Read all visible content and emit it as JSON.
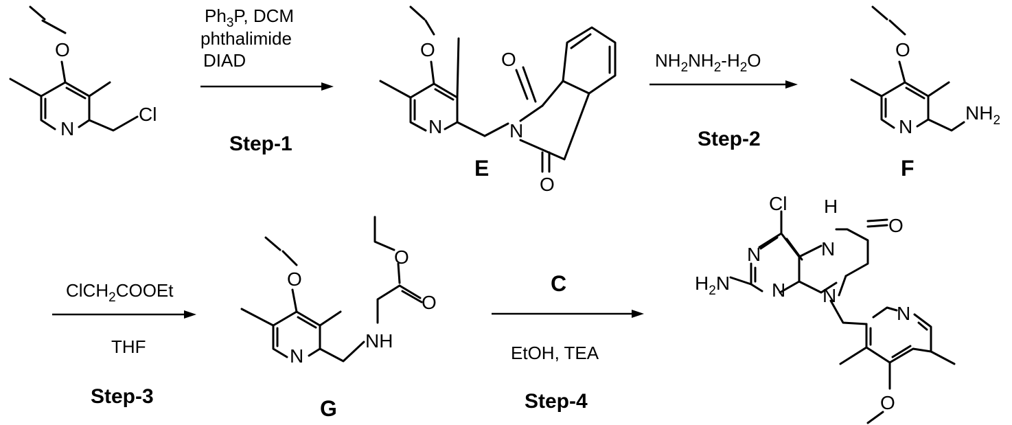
{
  "atoms": {
    "O": "O",
    "N": "N",
    "Cl": "Cl",
    "NH": "NH",
    "H": "H",
    "NH2_main": "NH",
    "NH2_sub": "2",
    "H2N_H": "H",
    "H2N_sub": "2",
    "H2N_N": "N"
  },
  "compounds": {
    "E": "E",
    "F": "F",
    "G": "G"
  },
  "steps": [
    {
      "label": "Step-1",
      "reagents": [
        "Ph3P, DCM",
        "phthalimide",
        "DIAD"
      ],
      "reagent_line1": {
        "a": "Ph",
        "sub": "3",
        "b": "P, DCM"
      }
    },
    {
      "label": "Step-2",
      "reagent_line": {
        "a": "NH",
        "s1": "2",
        "b": "NH",
        "s2": "2",
        "c": "-H",
        "s3": "2",
        "d": "O"
      }
    },
    {
      "label": "Step-3",
      "reagent_line": {
        "a": "ClCH",
        "s1": "2",
        "b": "COOEt"
      },
      "below": "THF"
    },
    {
      "label": "Step-4",
      "above": "C",
      "below": "EtOH, TEA"
    }
  ]
}
